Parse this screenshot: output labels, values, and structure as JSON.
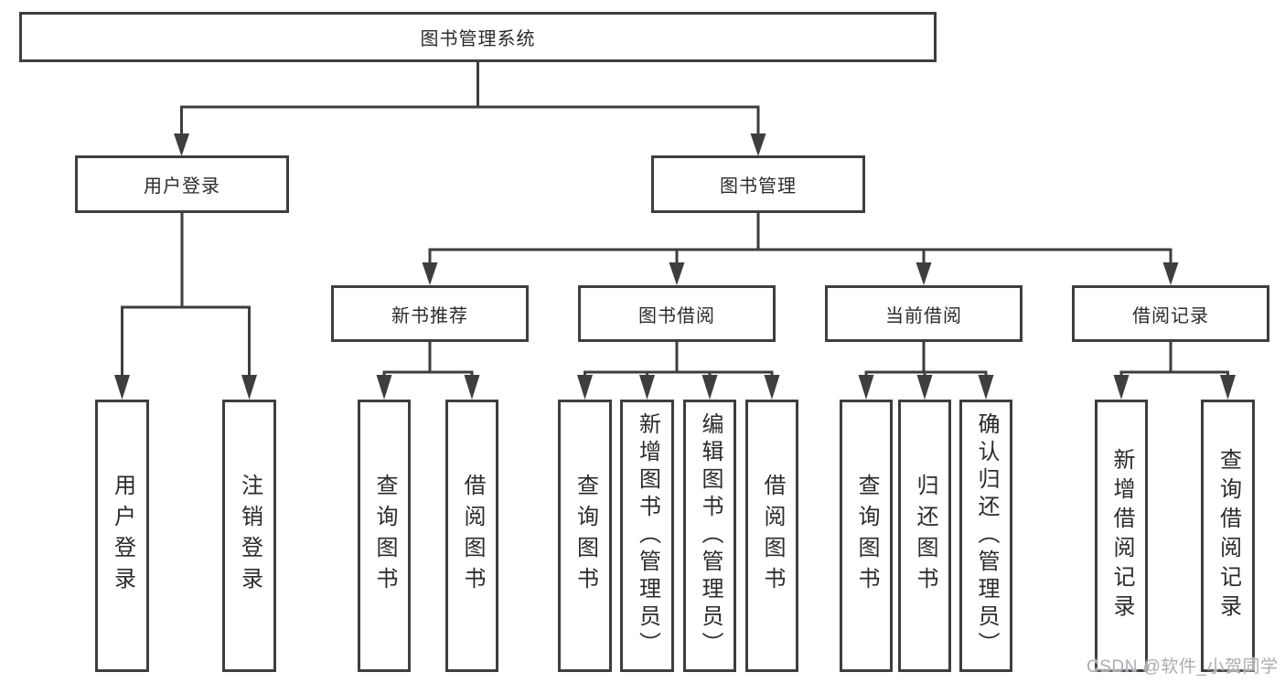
{
  "colors": {
    "background": "#ffffff",
    "line": "#3e3e3e",
    "box_border": "#3e3e3e",
    "box_fill": "#ffffff",
    "text": "#2b2b2b",
    "watermark": "#a9adb2"
  },
  "watermark": {
    "text": "CSDN @软件_小贺同学"
  },
  "tree": {
    "label": "图书管理系统",
    "children": [
      {
        "label": "用户登录",
        "children": [
          {
            "label": "用户登录"
          },
          {
            "label": "注销登录"
          }
        ]
      },
      {
        "label": "图书管理",
        "children": [
          {
            "label": "新书推荐",
            "children": [
              {
                "label": "查询图书"
              },
              {
                "label": "借阅图书"
              }
            ]
          },
          {
            "label": "图书借阅",
            "children": [
              {
                "label": "查询图书"
              },
              {
                "label": "新增图书（管理员）"
              },
              {
                "label": "编辑图书（管理员）"
              },
              {
                "label": "借阅图书"
              }
            ]
          },
          {
            "label": "当前借阅",
            "children": [
              {
                "label": "查询图书"
              },
              {
                "label": "归还图书"
              },
              {
                "label": "确认归还（管理员）"
              }
            ]
          },
          {
            "label": "借阅记录",
            "children": [
              {
                "label": "新增借阅记录"
              },
              {
                "label": "查询借阅记录"
              }
            ]
          }
        ]
      }
    ]
  }
}
